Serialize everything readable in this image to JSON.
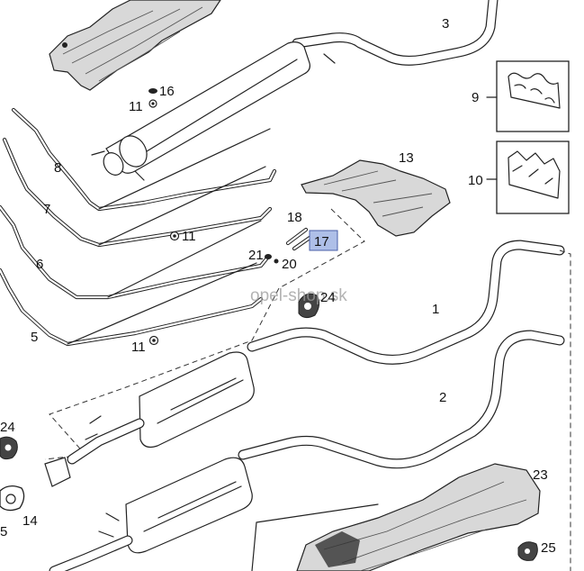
{
  "watermark": "opel-shop.sk",
  "highlighted_part": "17",
  "highlight_color": "#aebfe8",
  "callouts": {
    "p1": "1",
    "p2": "2",
    "p3": "3",
    "p5": "5",
    "p5b": "5",
    "p6": "6",
    "p7": "7",
    "p8": "8",
    "p9": "9",
    "p10": "10",
    "p11a": "11",
    "p11b": "11",
    "p11c": "11",
    "p13": "13",
    "p14": "14",
    "p16": "16",
    "p17": "17",
    "p18": "18",
    "p20": "20",
    "p21": "21",
    "p23": "23",
    "p24a": "24",
    "p24b": "24",
    "p25": "25"
  }
}
